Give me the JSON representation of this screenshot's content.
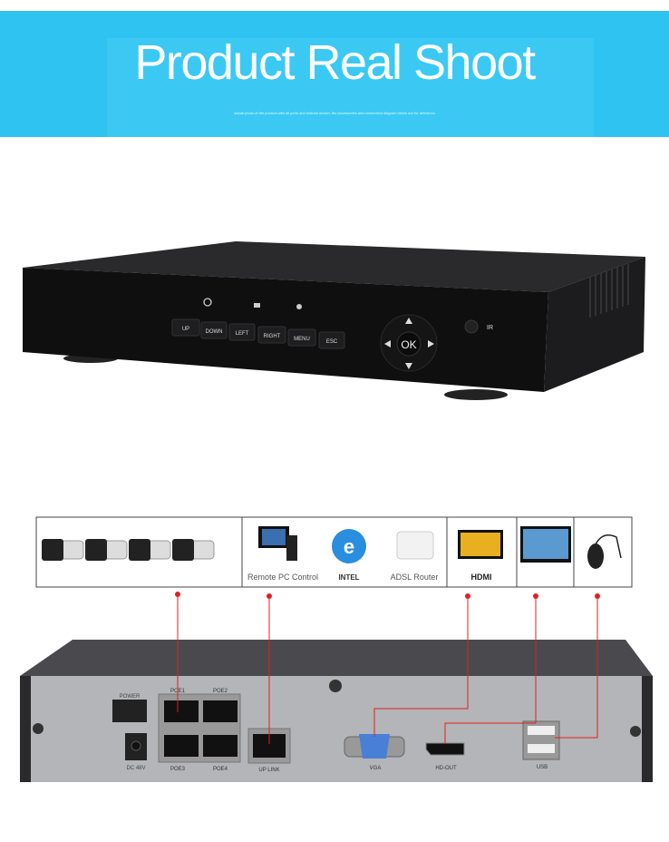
{
  "banner": {
    "title": "Product Real Shoot",
    "subtitle": "actual photo of the product with all ports and buttons shown, the accessories and connection diagram below are for reference"
  },
  "front_panel": {
    "buttons": [
      "UP",
      "DOWN",
      "LEFT",
      "RIGHT",
      "MENU",
      "ESC"
    ],
    "ok_label": "OK",
    "ir_label": "IR"
  },
  "connection_strip": {
    "labels": [
      "Remote PC Control",
      "INTEL",
      "ADSL Router",
      "HDMI"
    ]
  },
  "rear_panel": {
    "power": "POWER",
    "dc": "DC 48V",
    "poe_ports": [
      "POE1",
      "POE2",
      "POE3",
      "POE4"
    ],
    "uplink": "UP LINK",
    "vga": "VGA",
    "hdout": "HD-OUT",
    "usb": "USB"
  },
  "colors": {
    "banner": "#2fc3f1",
    "connector_line": "#e02020"
  }
}
